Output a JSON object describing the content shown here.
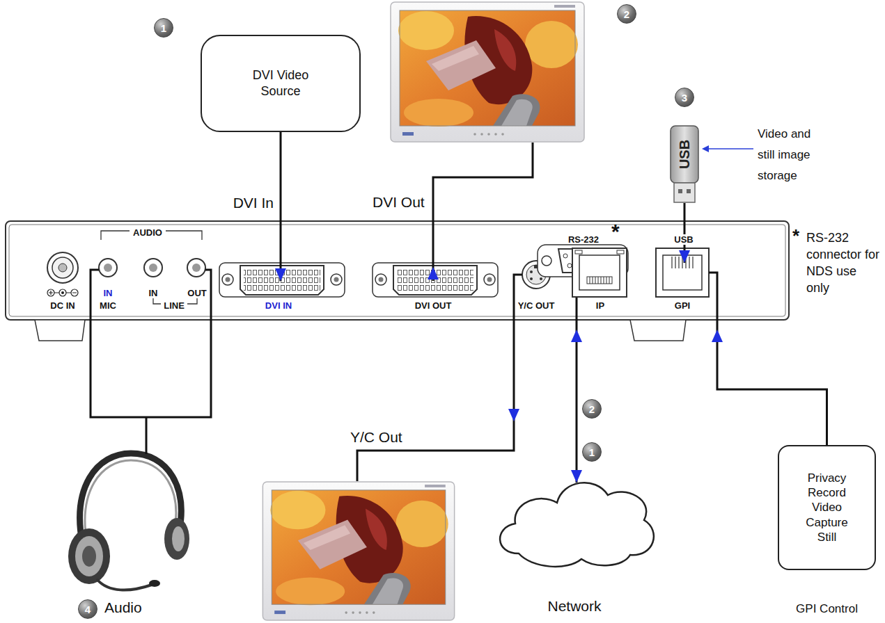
{
  "diagram": {
    "nodes": [
      {
        "text": [
          "DVI Video Source"
        ]
      },
      {
        "text": [
          "USB"
        ]
      },
      {
        "text": [
          "RS-232",
          "USB",
          "AUDIO",
          "IN",
          "IN",
          "OUT",
          "DC IN",
          "MIC",
          "LINE",
          "DVI IN",
          "DVI OUT",
          "Y/C OUT",
          "IP",
          "GPI"
        ]
      },
      {
        "text": [
          "Network"
        ]
      },
      {
        "text": [
          "Privacy Record Video Capture Still",
          "GPI Control"
        ]
      }
    ],
    "edges": [
      {
        "from": 0,
        "to": 2,
        "arrow": "to",
        "label": "DVI In"
      },
      {
        "from": 1,
        "to": 2,
        "arrow": "to"
      },
      {
        "from": 2,
        "to": 3,
        "arrow": "both"
      },
      {
        "from": 4,
        "to": 2,
        "arrow": "to"
      }
    ],
    "labels": [
      "1",
      "2",
      "3",
      "Video and still image storage",
      "DVI Out",
      "*",
      "*",
      "RS-232 connector for NDS use only",
      "Y/C Out",
      "2",
      "1",
      "4",
      "Audio"
    ]
  }
}
